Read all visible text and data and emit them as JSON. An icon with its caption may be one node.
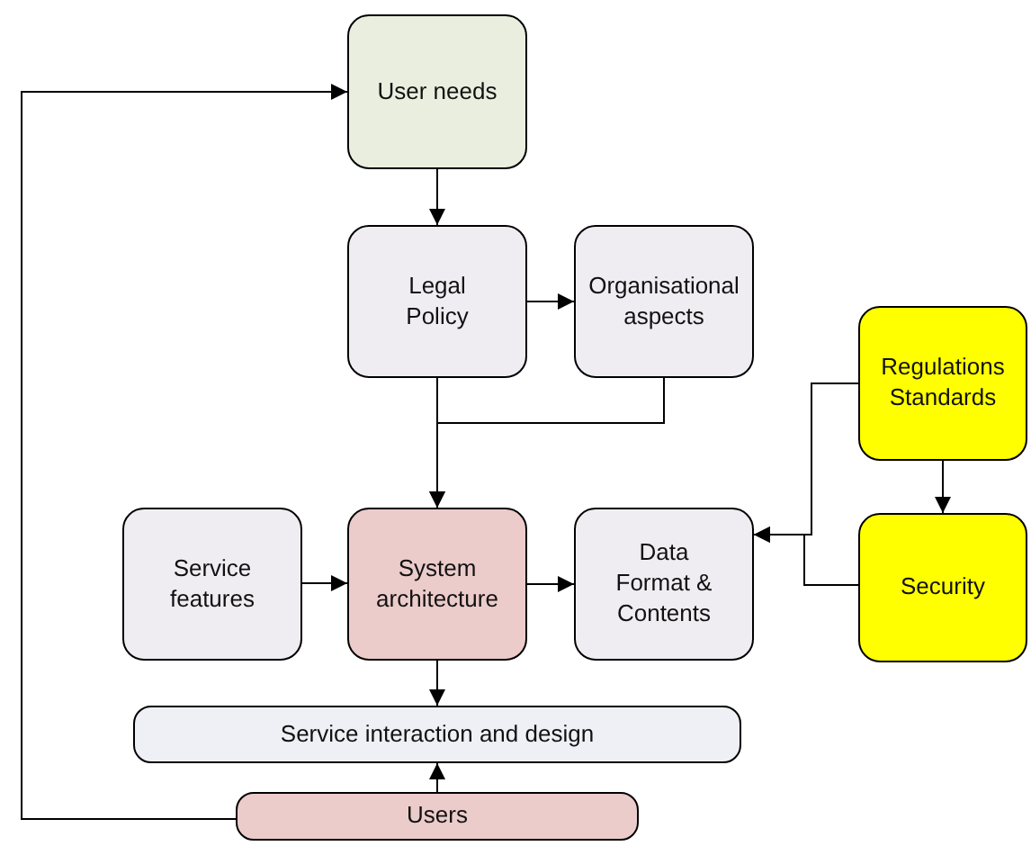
{
  "diagram": {
    "nodes": [
      {
        "text": [
          "User needs"
        ]
      },
      {
        "text": [
          "Legal Policy"
        ]
      },
      {
        "text": [
          "Organisational aspects"
        ]
      },
      {
        "text": [
          "Regulations Standards"
        ]
      },
      {
        "text": [
          "Service features"
        ]
      },
      {
        "text": [
          "System architecture"
        ]
      },
      {
        "text": [
          "Data Format & Contents"
        ]
      },
      {
        "text": [
          "Security"
        ]
      },
      {
        "text": [
          "Service interaction and design"
        ]
      },
      {
        "text": [
          "Users"
        ]
      }
    ],
    "edges": [
      {
        "from": 0,
        "to": 1,
        "arrow": "to"
      },
      {
        "from": 1,
        "to": 2,
        "arrow": "to"
      },
      {
        "from": 1,
        "to": 5,
        "arrow": "to"
      },
      {
        "from": 2,
        "to": 5,
        "arrow": "to"
      },
      {
        "from": 3,
        "to": 6,
        "arrow": "to"
      },
      {
        "from": 3,
        "to": 7,
        "arrow": "to"
      },
      {
        "from": 7,
        "to": 6,
        "arrow": "to"
      },
      {
        "from": 4,
        "to": 5,
        "arrow": "to"
      },
      {
        "from": 5,
        "to": 6,
        "arrow": "to"
      },
      {
        "from": 5,
        "to": 8,
        "arrow": "to"
      },
      {
        "from": 9,
        "to": 8,
        "arrow": "to"
      },
      {
        "from": 9,
        "to": 0,
        "arrow": "to"
      }
    ]
  }
}
